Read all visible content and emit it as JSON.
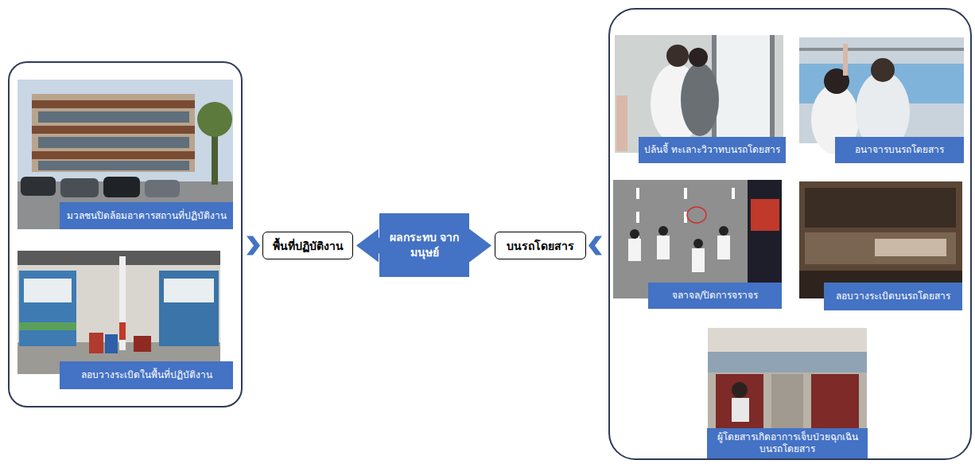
{
  "diagram": {
    "nodes": [
      {
        "text": []
      },
      {
        "text": [
          "มวลชนปิดล้อมอาคารสถานที่ปฏิบัติงาน"
        ],
        "in": 0
      },
      {
        "text": [
          "ลอบวางระเบิดในพื้นที่ปฏิบัติงาน"
        ],
        "in": 0
      },
      {
        "text": [
          "พื้นที่ปฏิบัติงาน"
        ]
      },
      {
        "text": [
          "ผลกระทบ จากมนุษย์"
        ]
      },
      {
        "text": [
          "บนรถโดยสาร"
        ]
      },
      {
        "text": []
      },
      {
        "text": [
          "ปล้นจี้ ทะเลาะวิวาทบนรถโดยสาร"
        ],
        "in": 6
      },
      {
        "text": [
          "อนาจารบนรถโดยสาร"
        ],
        "in": 6
      },
      {
        "text": [
          "จลาจล/ปิดการจราจร"
        ],
        "in": 6
      },
      {
        "text": [
          "ลอบวางระเบิดบนรถโดยสาร"
        ],
        "in": 6
      },
      {
        "text": [
          "ผู้โดยสารเกิดอาการเจ็บป่วยฉุกเฉิน บนรถโดยสาร"
        ],
        "in": 6
      }
    ],
    "edges": [
      {
        "from": 0,
        "to": 3,
        "arrow": "to"
      },
      {
        "from": 4,
        "to": 3,
        "arrow": "to"
      },
      {
        "from": 4,
        "to": 5,
        "arrow": "to"
      },
      {
        "from": 6,
        "to": 5,
        "arrow": "to"
      }
    ]
  }
}
